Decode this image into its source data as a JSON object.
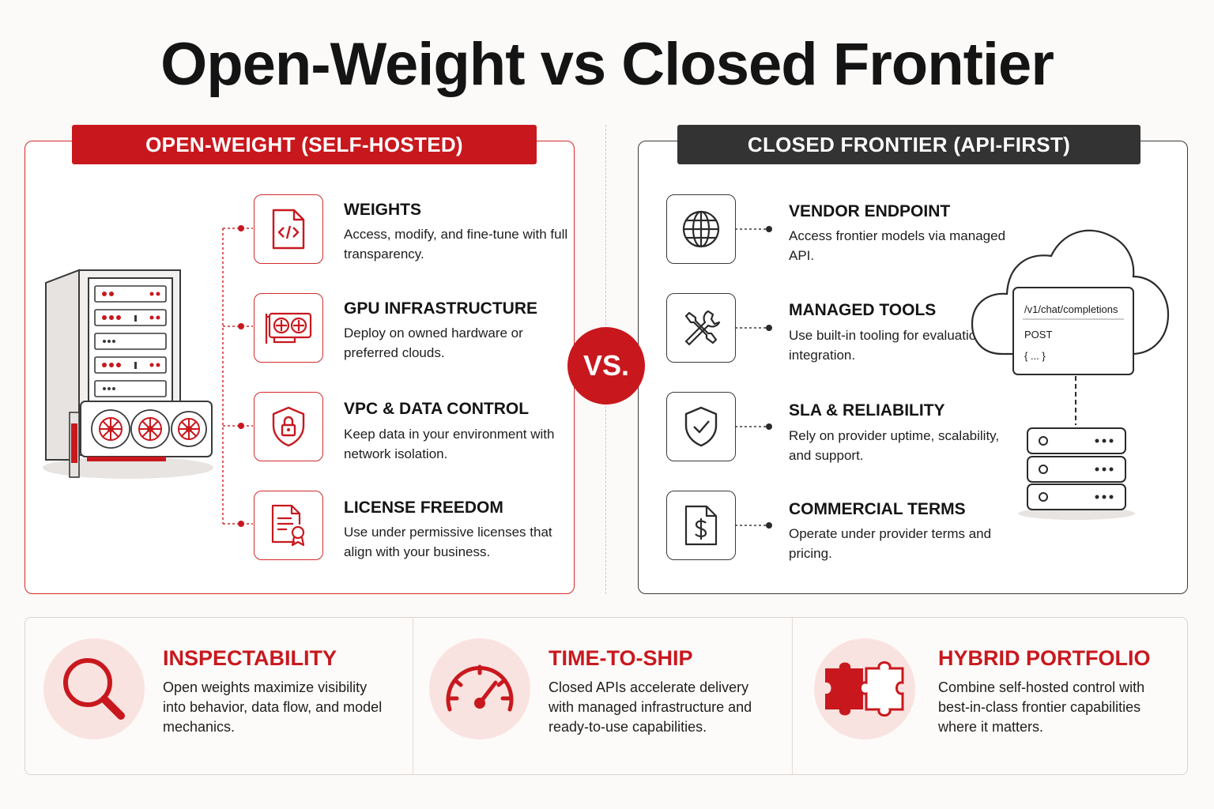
{
  "title": "Open-Weight vs Closed Frontier",
  "vs_label": "VS.",
  "open_panel": {
    "heading": "OPEN-WEIGHT (SELF-HOSTED)",
    "features": [
      {
        "icon": "code-file-icon",
        "title": "WEIGHTS",
        "desc": "Access, modify, and fine-tune with full transparency."
      },
      {
        "icon": "gpu-card-icon",
        "title": "GPU INFRASTRUCTURE",
        "desc": "Deploy on owned hardware or preferred clouds."
      },
      {
        "icon": "shield-lock-icon",
        "title": "VPC & DATA CONTROL",
        "desc": "Keep data in your environment with network isolation."
      },
      {
        "icon": "certificate-icon",
        "title": "LICENSE FREEDOM",
        "desc": "Use under permissive licenses that align with your business."
      }
    ]
  },
  "closed_panel": {
    "heading": "CLOSED FRONTIER (API-FIRST)",
    "features": [
      {
        "icon": "globe-icon",
        "title": "VENDOR ENDPOINT",
        "desc": "Access frontier models via managed API."
      },
      {
        "icon": "tools-icon",
        "title": "MANAGED TOOLS",
        "desc": "Use built-in tooling for evaluation and integration."
      },
      {
        "icon": "shield-check-icon",
        "title": "SLA & RELIABILITY",
        "desc": "Rely on provider uptime, scalability, and support."
      },
      {
        "icon": "dollar-document-icon",
        "title": "COMMERCIAL TERMS",
        "desc": "Operate under provider terms and pricing."
      }
    ],
    "api_card": {
      "endpoint": "/v1/chat/completions",
      "method": "POST",
      "body": "{ ... }"
    }
  },
  "summary": [
    {
      "icon": "magnifier-icon",
      "title": "INSPECTABILITY",
      "desc": "Open weights maximize visibility into behavior, data flow, and model mechanics."
    },
    {
      "icon": "speedometer-icon",
      "title": "TIME-TO-SHIP",
      "desc": "Closed APIs accelerate delivery with managed infrastructure and ready-to-use capabilities."
    },
    {
      "icon": "puzzle-icon",
      "title": "HYBRID PORTFOLIO",
      "desc": "Combine self-hosted control with best-in-class frontier capabilities where it matters."
    }
  ],
  "colors": {
    "accent": "#c8181e",
    "dark": "#333333",
    "summary_circle": "#f9e3e0"
  }
}
